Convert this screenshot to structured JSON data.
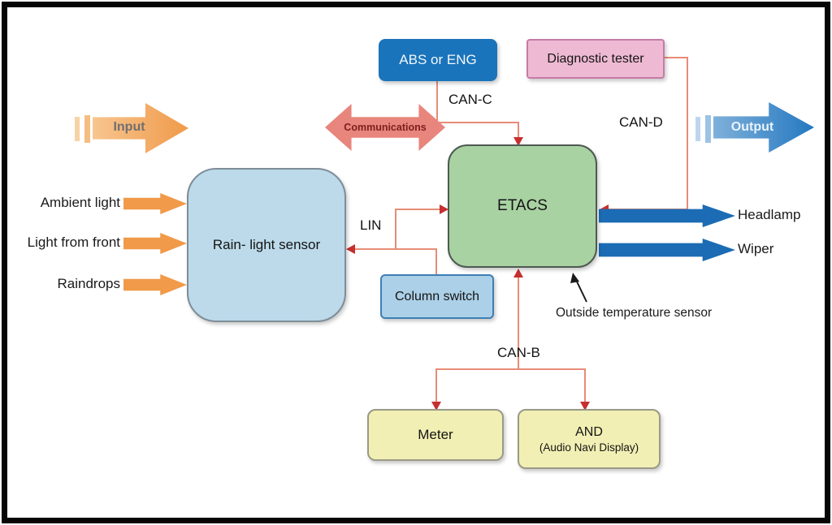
{
  "boxes": {
    "abs_eng": "ABS or ENG",
    "diagnostic_tester": "Diagnostic tester",
    "etacs": "ETACS",
    "rain_light_sensor": "Rain- light sensor",
    "column_switch": "Column switch",
    "meter": "Meter",
    "and_title": "AND",
    "and_subtitle": "(Audio Navi Display)"
  },
  "flow": {
    "input": "Input",
    "communications": "Communications",
    "output": "Output"
  },
  "buses": {
    "can_c": "CAN-C",
    "can_d": "CAN-D",
    "can_b": "CAN-B",
    "lin": "LIN"
  },
  "inputs": [
    "Ambient light",
    "Light from front",
    "Raindrops"
  ],
  "outputs": [
    "Headlamp",
    "Wiper"
  ],
  "annotations": {
    "outside_temp_sensor": "Outside temperature sensor"
  },
  "colors": {
    "abs_box": "#1a74bb",
    "diagnostic_box": "#eeb9d3",
    "etacs_box": "#a9d2a3",
    "sensor_box": "#bcdaea",
    "column_box": "#abd0e7",
    "yellow_box": "#f1efb3",
    "input_arrow": "#f09a4a",
    "comm_arrow": "#e8857c",
    "output_arrow": "#2478c0",
    "io_arrow_blue": "#1b6cb4",
    "connector_line": "#e78c76",
    "arrowhead_red": "#c62f2f"
  }
}
